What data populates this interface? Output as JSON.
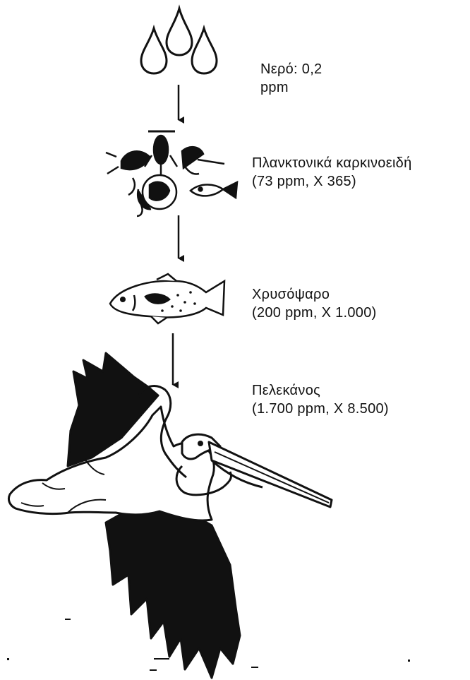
{
  "levels": [
    {
      "id": "water",
      "name": "Νερό: 0,2",
      "detail": "ppm"
    },
    {
      "id": "plankton",
      "name": "Πλανκτονικά καρκινοειδή",
      "detail": "(73 ppm, X 365)"
    },
    {
      "id": "goldfish",
      "name": "Χρυσόψαρο",
      "detail": "(200 ppm, X 1.000)"
    },
    {
      "id": "pelican",
      "name": "Πελεκάνος",
      "detail": "(1.700 ppm, X 8.500)"
    }
  ],
  "colors": {
    "ink": "#111111",
    "paper": "#ffffff"
  }
}
